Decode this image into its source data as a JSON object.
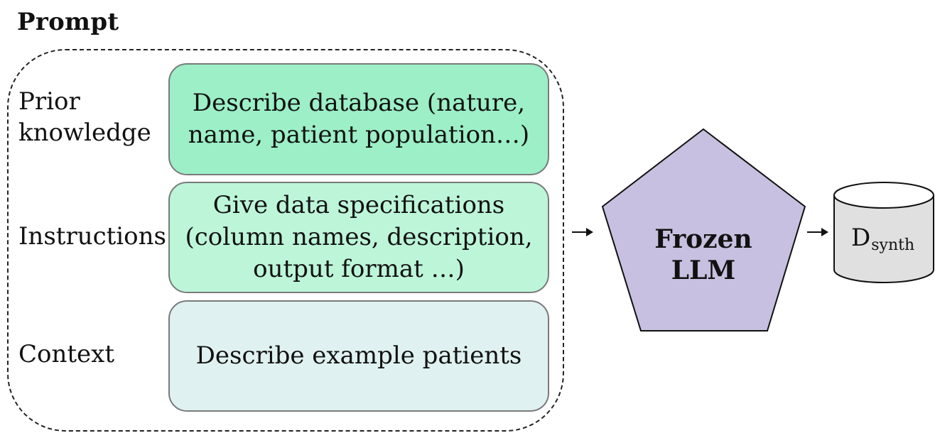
{
  "prompt": {
    "title": "Prompt",
    "rows": [
      {
        "label": "Prior\nknowledge",
        "text": "Describe database (nature,\nname, patient population…)",
        "fill": "#9cefc6"
      },
      {
        "label": "Instructions",
        "text": "Give data specifications\n(column names, description,\noutput format …)",
        "fill": "#bdf5d9"
      },
      {
        "label": "Context",
        "text": "Describe example patients",
        "fill": "#dff1f0"
      }
    ]
  },
  "model": {
    "label": "Frozen\nLLM",
    "fill": "#c7c0e0"
  },
  "output": {
    "label_main": "D",
    "label_sub": "synth",
    "fill": "#e0e0e0"
  }
}
